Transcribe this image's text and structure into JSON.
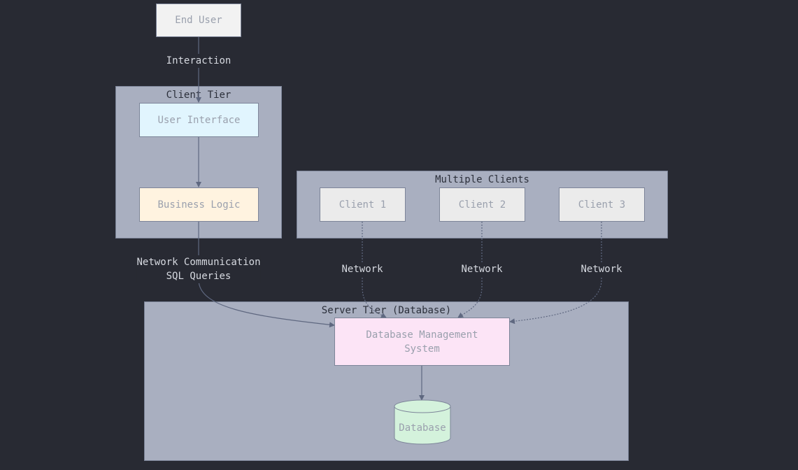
{
  "nodes": {
    "end_user": "End User",
    "user_interface": "User Interface",
    "business_logic": "Business Logic",
    "client1": "Client 1",
    "client2": "Client 2",
    "client3": "Client 3",
    "dbms_line1": "Database Management",
    "dbms_line2": "System",
    "database": "Database"
  },
  "clusters": {
    "client_tier": "Client Tier",
    "multiple_clients": "Multiple Clients",
    "server_tier": "Server Tier (Database)"
  },
  "edge_labels": {
    "interaction": "Interaction",
    "net_comm": "Network Communication",
    "sql_queries": "SQL Queries",
    "network1": "Network",
    "network2": "Network",
    "network3": "Network"
  },
  "colors": {
    "background": "#282a33",
    "cluster_fill": "#a9afc0",
    "edge": "#5f6880",
    "ui_fill": "#e1f5fe",
    "logic_fill": "#fff3e0",
    "client_fill": "#ebebeb",
    "dbms_fill": "#fce4f6",
    "db_fill": "#d4f2dc"
  }
}
